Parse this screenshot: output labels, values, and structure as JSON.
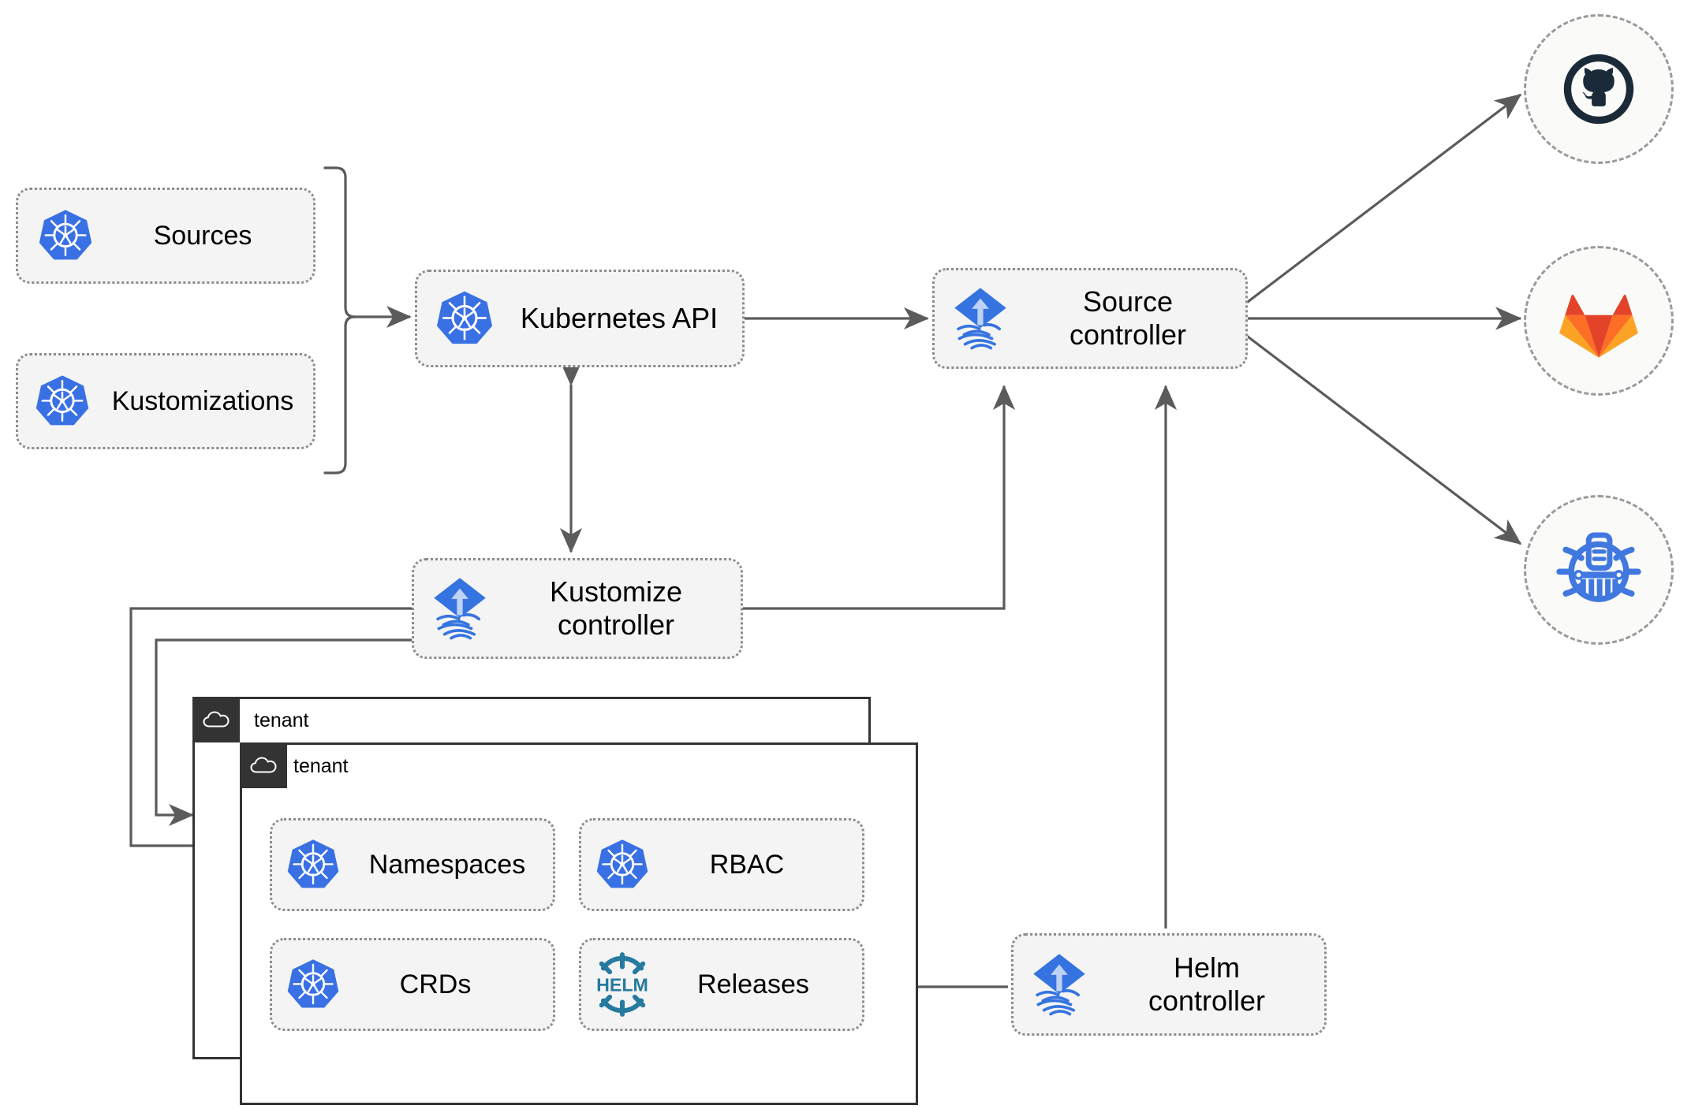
{
  "diagram": {
    "title": "Flux GitOps multi-tenancy architecture",
    "colors": {
      "kubernetes_blue": "#3970e4",
      "flux_blue": "#3574e0",
      "helm_teal": "#277a9f",
      "github_navy": "#1b2a38",
      "gitlab_orange": "#e24329",
      "gitlab_amber": "#fca326",
      "bucket_blue": "#4078e0",
      "node_fill": "#f4f4f4",
      "node_border": "#8c8c8c",
      "arrow": "#5b5b5b",
      "tenant_header": "#333333"
    },
    "nodes": [
      {
        "id": "sources",
        "label": "Sources",
        "icon": "kubernetes-icon"
      },
      {
        "id": "kustomizations",
        "label": "Kustomizations",
        "icon": "kubernetes-icon"
      },
      {
        "id": "k8s-api",
        "label": "Kubernetes API",
        "icon": "kubernetes-icon"
      },
      {
        "id": "source-ctrl",
        "label": "Source\ncontroller",
        "icon": "flux-icon"
      },
      {
        "id": "kustomize-ctrl",
        "label": "Kustomize\ncontroller",
        "icon": "flux-icon"
      },
      {
        "id": "helm-ctrl",
        "label": "Helm\ncontroller",
        "icon": "flux-icon"
      },
      {
        "id": "namespaces",
        "label": "Namespaces",
        "icon": "kubernetes-icon"
      },
      {
        "id": "rbac",
        "label": "RBAC",
        "icon": "kubernetes-icon"
      },
      {
        "id": "crds",
        "label": "CRDs",
        "icon": "kubernetes-icon"
      },
      {
        "id": "releases",
        "label": "Releases",
        "icon": "helm-icon"
      }
    ],
    "labels": {
      "sources": "Sources",
      "kustomizations": "Kustomizations",
      "k8s_api": "Kubernetes API",
      "source_controller_line1": "Source",
      "source_controller_line2": "controller",
      "kustomize_controller_line1": "Kustomize",
      "kustomize_controller_line2": "controller",
      "helm_controller_line1": "Helm",
      "helm_controller_line2": "controller",
      "namespaces": "Namespaces",
      "rbac": "RBAC",
      "crds": "CRDs",
      "releases": "Releases",
      "tenant_outer": "tenant",
      "tenant_inner": "tenant",
      "helm_wordmark": "HELM"
    },
    "external_providers": [
      {
        "id": "github",
        "icon": "github-icon",
        "name": "GitHub"
      },
      {
        "id": "gitlab",
        "icon": "gitlab-icon",
        "name": "GitLab"
      },
      {
        "id": "bucket",
        "icon": "helm-repository-icon",
        "name": "Helm repository / Bucket"
      }
    ],
    "connections": [
      {
        "from": "sources-kustomizations-bracket",
        "to": "k8s-api",
        "arrow": "single"
      },
      {
        "from": "k8s-api",
        "to": "source-ctrl",
        "arrow": "double"
      },
      {
        "from": "k8s-api",
        "to": "kustomize-ctrl",
        "arrow": "double"
      },
      {
        "from": "kustomize-ctrl",
        "to": "source-ctrl",
        "arrow": "single"
      },
      {
        "from": "helm-ctrl",
        "to": "source-ctrl",
        "arrow": "single"
      },
      {
        "from": "source-ctrl",
        "to": "github",
        "arrow": "single"
      },
      {
        "from": "source-ctrl",
        "to": "gitlab",
        "arrow": "single"
      },
      {
        "from": "source-ctrl",
        "to": "bucket",
        "arrow": "single"
      },
      {
        "from": "kustomize-ctrl",
        "to": "tenant_outer",
        "arrow": "single"
      },
      {
        "from": "kustomize-ctrl",
        "to": "tenant_inner",
        "arrow": "single"
      },
      {
        "from": "helm-ctrl",
        "to": "releases",
        "arrow": "single"
      }
    ]
  }
}
